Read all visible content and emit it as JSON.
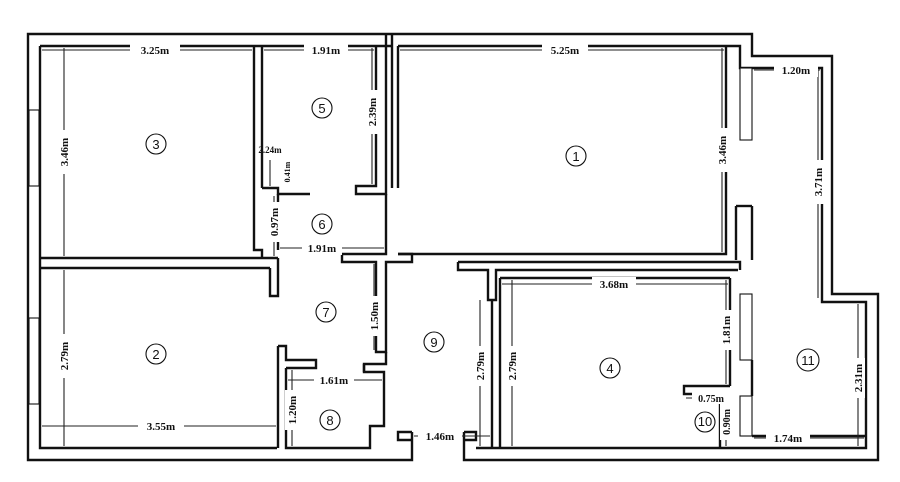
{
  "rooms": [
    {
      "id": "r1",
      "label": "1"
    },
    {
      "id": "r2",
      "label": "2"
    },
    {
      "id": "r3",
      "label": "3"
    },
    {
      "id": "r4",
      "label": "4"
    },
    {
      "id": "r5",
      "label": "5"
    },
    {
      "id": "r6",
      "label": "6"
    },
    {
      "id": "r7",
      "label": "7"
    },
    {
      "id": "r8",
      "label": "8"
    },
    {
      "id": "r9",
      "label": "9"
    },
    {
      "id": "r10",
      "label": "10"
    },
    {
      "id": "r11",
      "label": "11"
    }
  ],
  "dimensions": {
    "d_3_25": "3.25m",
    "d_1_91_top": "1.91m",
    "d_5_25": "5.25m",
    "d_1_20_top": "1.20m",
    "d_3_46_left": "3.46m",
    "d_2_24": "2.24m",
    "d_0_41": "0.41m",
    "d_2_39": "2.39m",
    "d_3_46_right": "3.46m",
    "d_3_71": "3.71m",
    "d_0_97": "0.97m",
    "d_1_91_mid": "1.91m",
    "d_3_68": "3.68m",
    "d_1_81": "1.81m",
    "d_2_79_left": "2.79m",
    "d_1_50": "1.50m",
    "d_1_61": "1.61m",
    "d_2_79_a": "2.79m",
    "d_2_79_b": "2.79m",
    "d_2_31": "2.31m",
    "d_0_75": "0.75m",
    "d_0_90": "0.90m",
    "d_3_55": "3.55m",
    "d_1_20_bot": "1.20m",
    "d_1_46": "1.46m",
    "d_1_74": "1.74m"
  }
}
